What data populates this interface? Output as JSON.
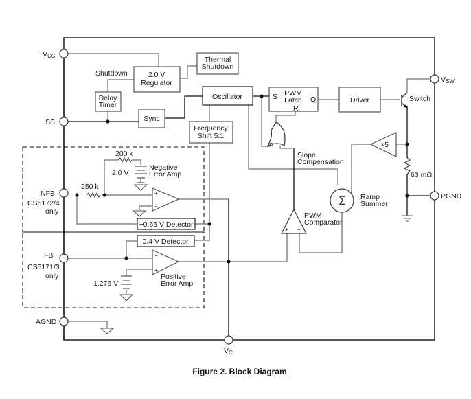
{
  "figure": {
    "caption": "Figure 2. Block Diagram"
  },
  "pins": {
    "vcc": {
      "main": "V",
      "sub": "CC"
    },
    "ss": "SS",
    "nfb": "NFB",
    "nfb_note": [
      "CS5172/4",
      "only"
    ],
    "fb": "FB",
    "fb_note": [
      "CS5171/3",
      "only"
    ],
    "agnd": "AGND",
    "vc": {
      "main": "V",
      "sub": "C"
    },
    "vsw": {
      "main": "V",
      "sub": "SW"
    },
    "pgnd": "PGND"
  },
  "blocks": {
    "regulator": [
      "2.0 V",
      "Regulator"
    ],
    "thermal_shutdown": [
      "Thermal",
      "Shutdown"
    ],
    "shutdown_label": "Shutdown",
    "delay_timer": [
      "Delay",
      "Timer"
    ],
    "sync": "Sync",
    "oscillator": "Oscillator",
    "frequency_shift": [
      "Frequency",
      "Shift 5:1"
    ],
    "pwm_latch": {
      "title": [
        "PWM",
        "Latch"
      ],
      "s": "S",
      "q": "Q",
      "r": "R"
    },
    "driver": "Driver",
    "switch": "Switch",
    "slope_compensation": [
      "Slope",
      "Compensation"
    ],
    "current_amp_gain": "×5",
    "sense_resistor": "63 mΩ",
    "ramp_summer": [
      "Ramp",
      "Summer"
    ],
    "ramp_summer_symbol": "Σ",
    "pwm_comparator": [
      "PWM",
      "Comparator"
    ],
    "neg_error_amp": [
      "Negative",
      "Error Amp"
    ],
    "neg_ref_voltage": "2.0 V",
    "r_feedback": "200 k",
    "r_input": "250 k",
    "neg_detector": "−0.65 V Detector",
    "pos_detector": "0.4 V Detector",
    "pos_error_amp": [
      "Positive",
      "Error Amp"
    ],
    "pos_ref_voltage": "1.276 V",
    "plus": "+",
    "minus": "−"
  }
}
